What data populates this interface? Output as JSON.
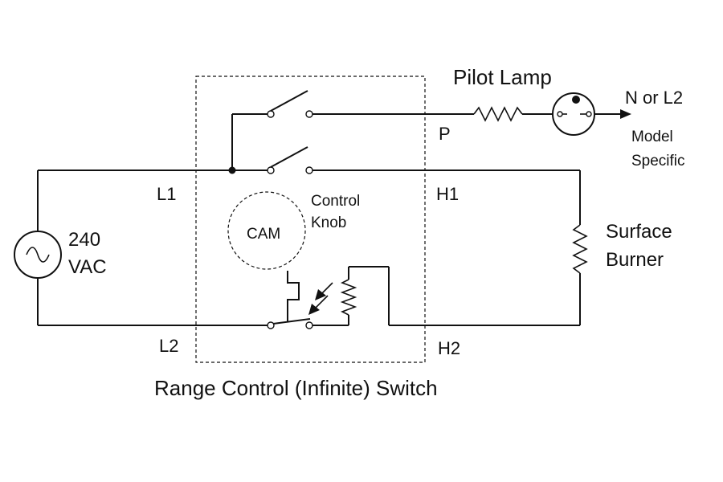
{
  "labels": {
    "pilot_lamp": "Pilot Lamp",
    "n_or_l2": "N or L2",
    "model": "Model",
    "specific": "Specific",
    "p": "P",
    "l1": "L1",
    "h1": "H1",
    "control": "Control",
    "knob": "Knob",
    "cam": "CAM",
    "volts": "240",
    "vac": "VAC",
    "surface": "Surface",
    "burner": "Burner",
    "l2": "L2",
    "h2": "H2",
    "caption": "Range Control (Infinite) Switch"
  }
}
